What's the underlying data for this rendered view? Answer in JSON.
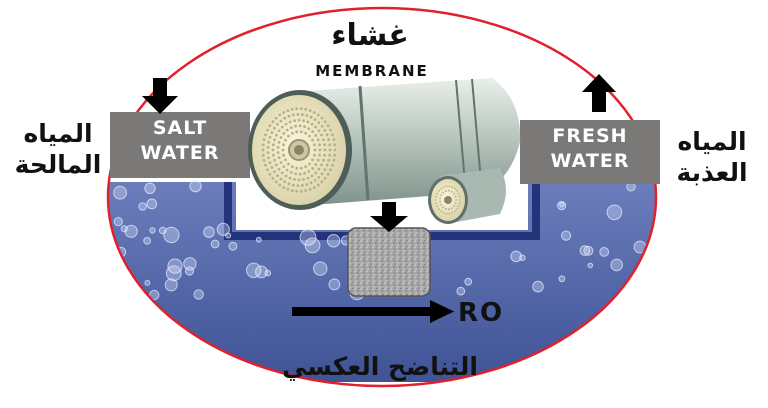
{
  "title_ar": "غشاء",
  "title_en": "MEMBRANE",
  "salt_water_label": [
    "SALT",
    "WATER"
  ],
  "salt_water_ar": [
    "المياه",
    "المالحة"
  ],
  "fresh_water_label": [
    "FRESH",
    "WATER"
  ],
  "fresh_water_ar": [
    "المياه",
    "العذبة"
  ],
  "ro_label": "RO",
  "ro_ar": "التناضح العكسي",
  "colors": {
    "ellipse": "#e0202a",
    "label_box": "#7a7978",
    "water": "#4a5fa0",
    "pipe": "#23347a",
    "filter": "#9a9a9a",
    "arrow": "#000000"
  }
}
